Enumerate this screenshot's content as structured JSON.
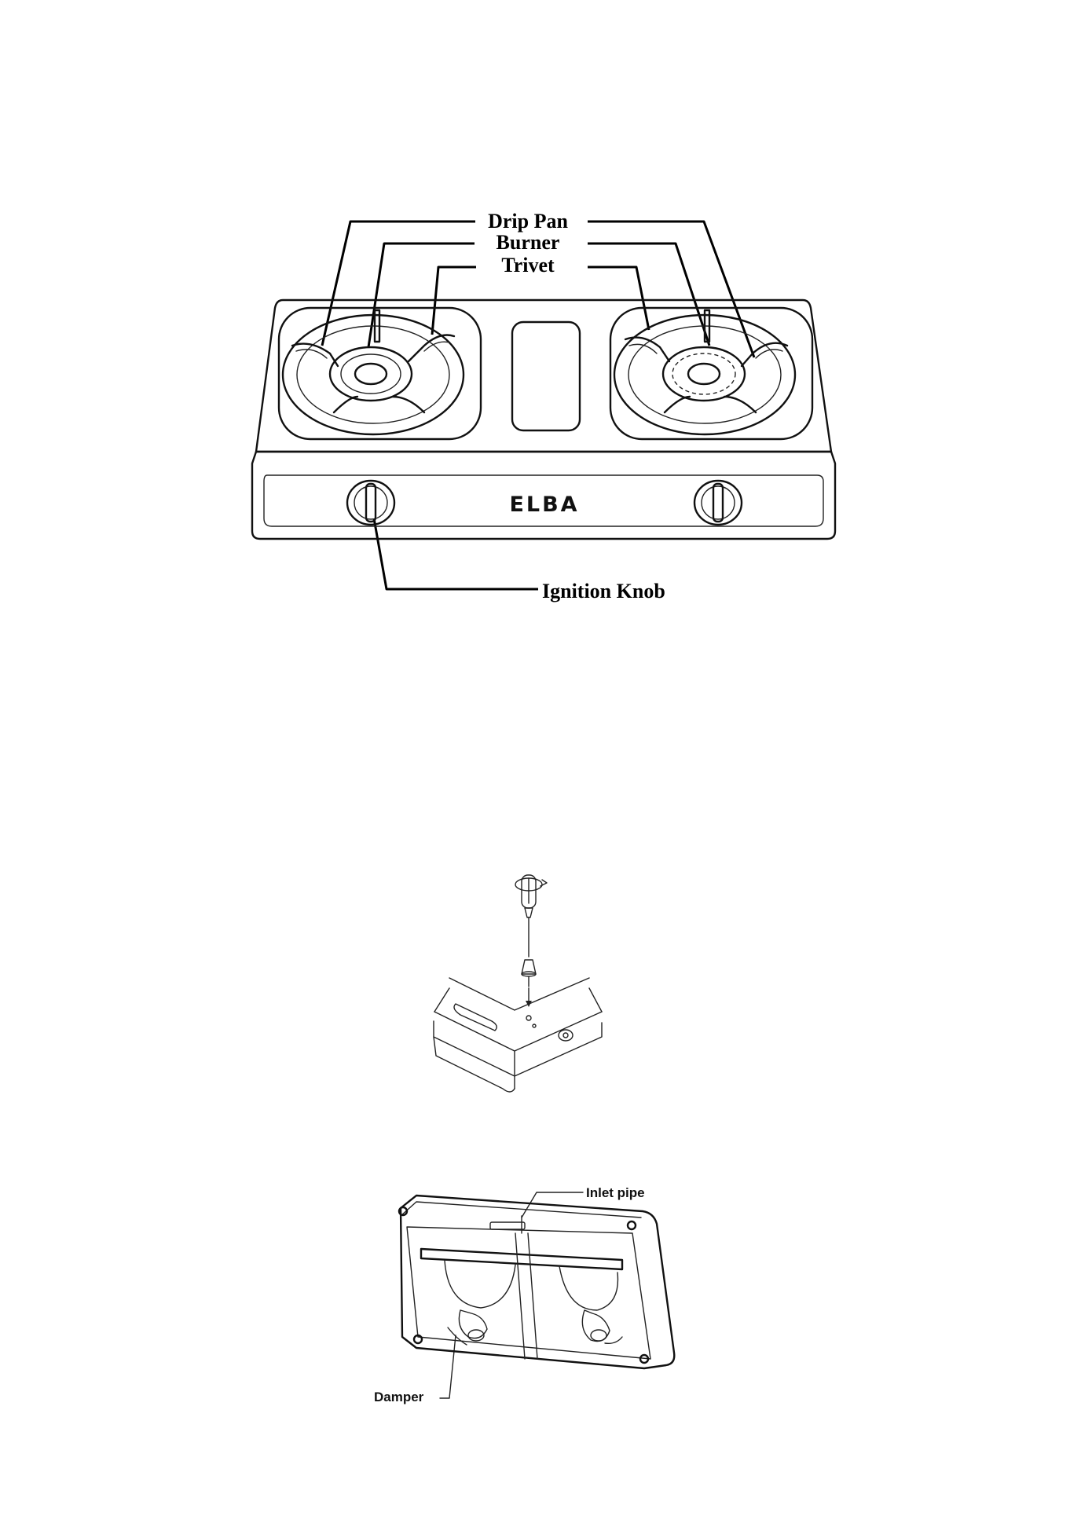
{
  "figure1": {
    "labels": {
      "drip_pan": "Drip Pan",
      "burner": "Burner",
      "trivet": "Trivet",
      "ignition_knob": "Ignition Knob"
    },
    "brand": "ELBA"
  },
  "figure3": {
    "labels": {
      "inlet_pipe": "Inlet pipe",
      "damper": "Damper"
    }
  }
}
